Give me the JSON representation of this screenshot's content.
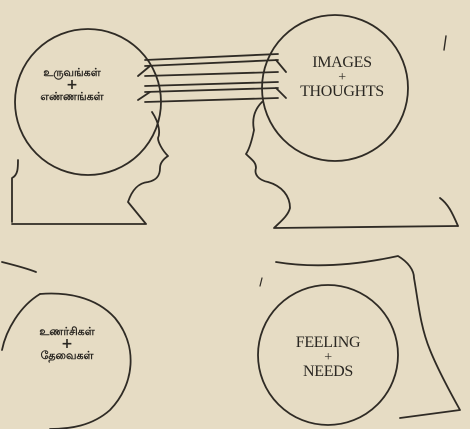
{
  "heads": {
    "top_left": {
      "line1": "உருவங்கள்",
      "plus": "+",
      "line2": "எண்ணங்கள்"
    },
    "top_right": {
      "line1": "IMAGES",
      "plus": "+",
      "line2": "THOUGHTS"
    },
    "bottom_left": {
      "line1": "உணர்சிகள்",
      "plus": "+",
      "line2": "தேவைகள்"
    },
    "bottom_right": {
      "line1": "FEELING",
      "plus": "+",
      "line2": "NEEDS"
    }
  },
  "colors": {
    "paper": "#e6dcc4",
    "ink": "#2f2b25"
  }
}
